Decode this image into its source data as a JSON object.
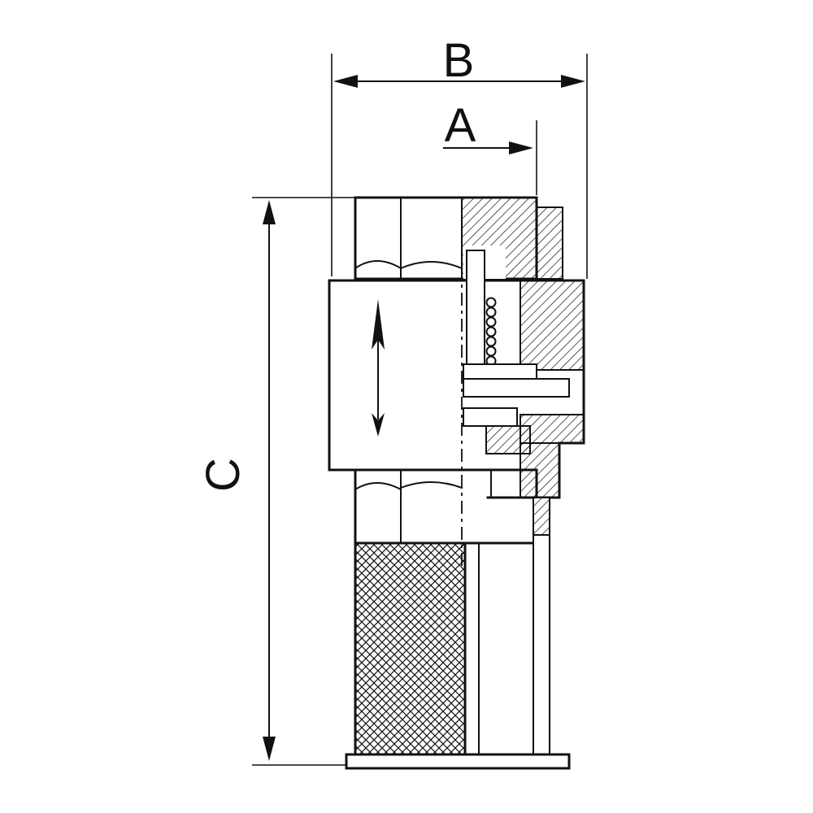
{
  "page": {
    "background": "#ffffff"
  },
  "drawing": {
    "kind": "valve-cross-section-technical-drawing",
    "description": "Half-section engineering drawing of a spring check / foot valve with hex body, side outlet and mesh strainer, with three dimension callouts",
    "line_color": "#111111",
    "labels": {
      "a": "A",
      "b": "B",
      "c": "C"
    },
    "icons": {
      "flow_direction": "up-arrow",
      "dim_b_arrows": "left-right-arrowheads",
      "dim_a_arrow": "right-arrowhead",
      "dim_c_arrows": "up-down-arrowheads"
    }
  }
}
